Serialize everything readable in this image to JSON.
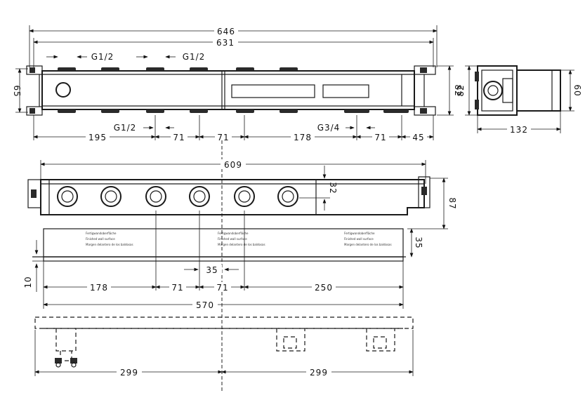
{
  "dimensions": {
    "top_overall": "646",
    "top_inner": "631",
    "thread_left_1": "G1/2",
    "thread_left_2": "G1/2",
    "thread_bottom": "G1/2",
    "thread_right": "G3/4",
    "left_offset": "195",
    "spacing_a": "71",
    "spacing_b": "71",
    "span_178": "178",
    "spacing_c": "71",
    "right_offset": "45",
    "height_65": "65",
    "height_82": "82",
    "side_82": "82",
    "side_60": "60",
    "side_132": "132",
    "mid_609": "609",
    "height_32": "32",
    "height_87": "87",
    "height_35": "35",
    "spacing_35": "35",
    "height_10": "10",
    "low_178": "178",
    "low_71a": "71",
    "low_71b": "71",
    "low_250": "250",
    "low_570": "570",
    "bottom_299a": "299",
    "bottom_299b": "299"
  },
  "labels": {
    "finished_wall": "Finished wall surface",
    "fertig_wand": "Fertigwandoberfläche",
    "tile_margin": "Margen delantero de los baldosas"
  }
}
